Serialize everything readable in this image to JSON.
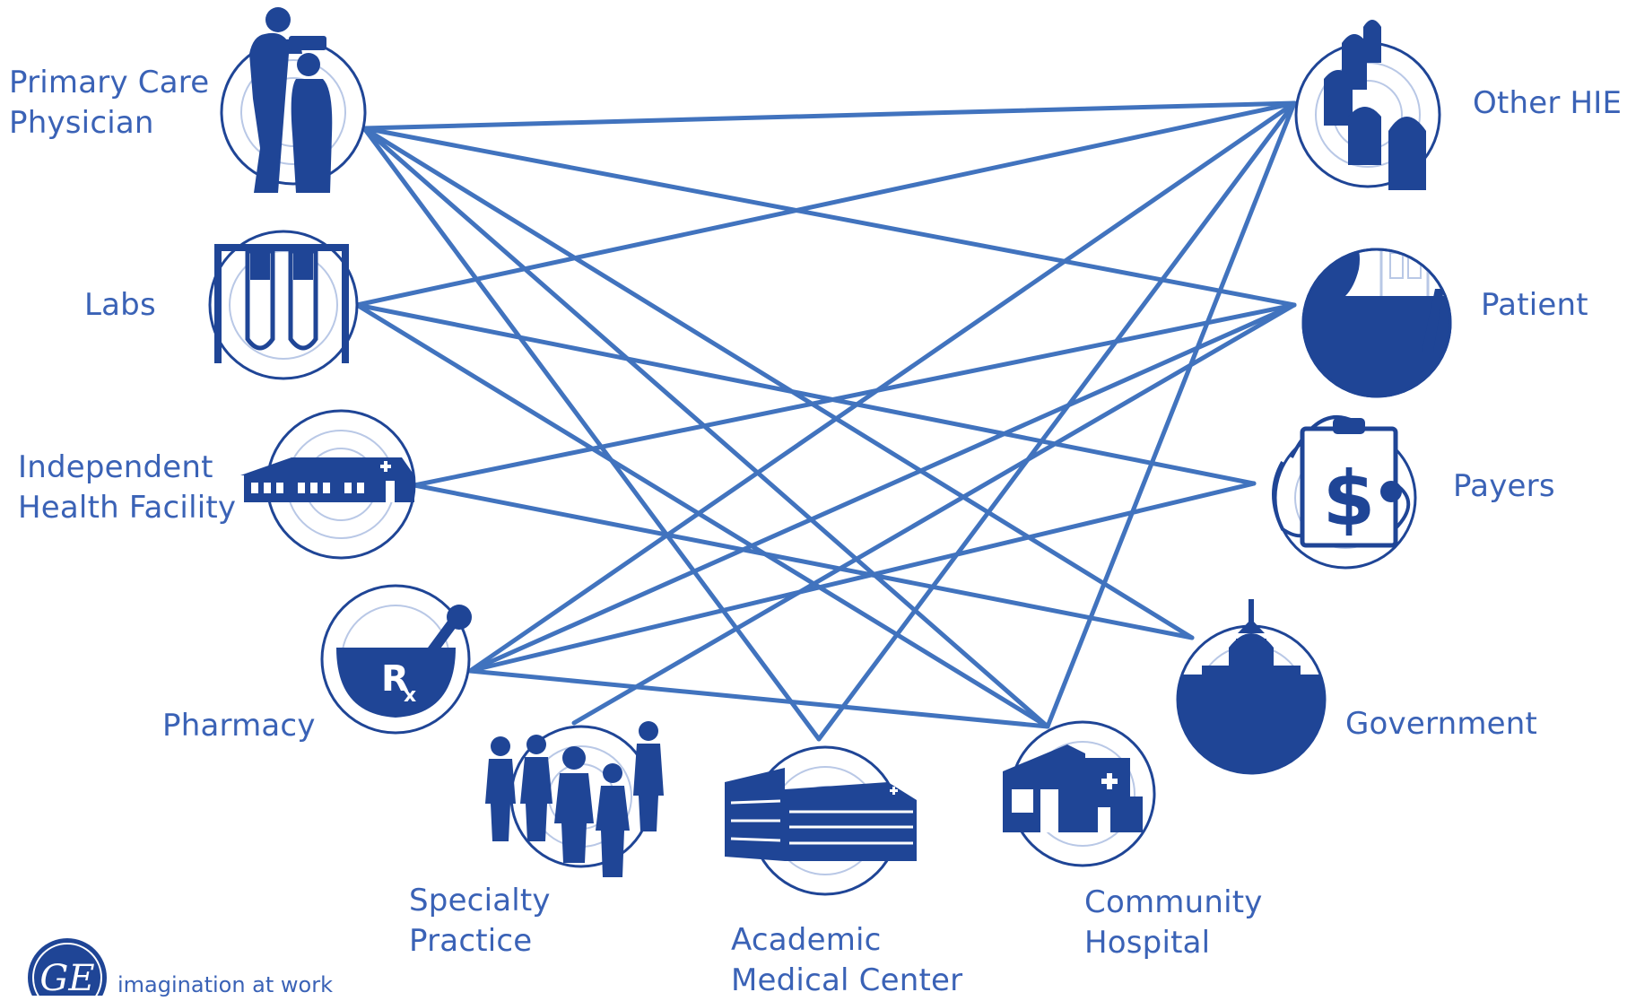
{
  "colors": {
    "primary": "#1f4596",
    "line": "#4173be",
    "ring": "#b9c8e6",
    "label": "#3a62b6"
  },
  "nodes": {
    "pcp": {
      "label": "Primary Care\nPhysician",
      "icon": "physician-icon"
    },
    "labs": {
      "label": "Labs",
      "icon": "test-tubes-icon"
    },
    "ihf": {
      "label": "Independent\nHealth Facility",
      "icon": "building-icon"
    },
    "pharmacy": {
      "label": "Pharmacy",
      "icon": "mortar-pestle-rx-icon"
    },
    "specialty": {
      "label": "Specialty\nPractice",
      "icon": "people-group-icon"
    },
    "academic": {
      "label": "Academic\nMedical Center",
      "icon": "medical-center-icon"
    },
    "community": {
      "label": "Community\nHospital",
      "icon": "hospital-icon"
    },
    "other_hie": {
      "label": "Other HIE",
      "icon": "servers-icon"
    },
    "patient": {
      "label": "Patient",
      "icon": "patient-computer-icon"
    },
    "payers": {
      "label": "Payers",
      "icon": "dollar-clipboard-icon"
    },
    "government": {
      "label": "Government",
      "icon": "capitol-icon"
    }
  },
  "connections": [
    [
      "pcp",
      "other_hie"
    ],
    [
      "pcp",
      "patient"
    ],
    [
      "pcp",
      "government"
    ],
    [
      "pcp",
      "academic"
    ],
    [
      "pcp",
      "community"
    ],
    [
      "labs",
      "other_hie"
    ],
    [
      "labs",
      "payers"
    ],
    [
      "labs",
      "community"
    ],
    [
      "ihf",
      "patient"
    ],
    [
      "ihf",
      "government"
    ],
    [
      "pharmacy",
      "other_hie"
    ],
    [
      "pharmacy",
      "patient"
    ],
    [
      "pharmacy",
      "payers"
    ],
    [
      "pharmacy",
      "community"
    ],
    [
      "specialty",
      "patient"
    ],
    [
      "academic",
      "other_hie"
    ],
    [
      "community",
      "other_hie"
    ]
  ],
  "brand": {
    "logo_text": "GE",
    "tagline": "imagination at work",
    "icon": "ge-logo-icon"
  }
}
